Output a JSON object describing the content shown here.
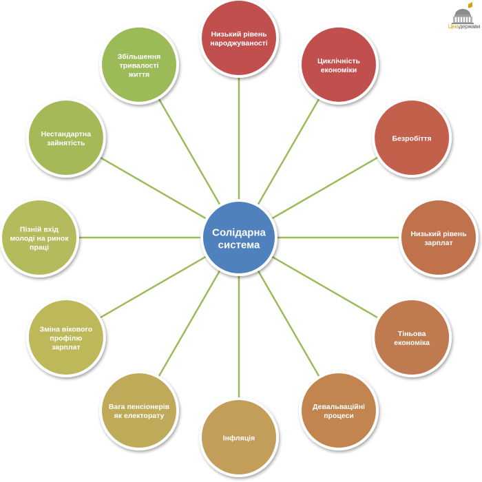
{
  "logo": {
    "icon": "parliament-dome-icon",
    "text_part1": "Ціна",
    "text_part2": "держави",
    "accent_color": "#d4a017"
  },
  "center": {
    "lines": [
      "Солідарна",
      "система"
    ],
    "color": "#4f81bd"
  },
  "factors": [
    {
      "lines": [
        "Низький рівень",
        "народжуваності"
      ],
      "color": "#c0504d"
    },
    {
      "lines": [
        "Циклічність",
        "економіки"
      ],
      "color": "#c0504d"
    },
    {
      "lines": [
        "Безробіття"
      ],
      "color": "#c2614b"
    },
    {
      "lines": [
        "Низький рівень",
        "зарплат"
      ],
      "color": "#c0724e"
    },
    {
      "lines": [
        "Тіньова",
        "економіка"
      ],
      "color": "#c07a4f"
    },
    {
      "lines": [
        "Девальваційні",
        "процеси"
      ],
      "color": "#c28550"
    },
    {
      "lines": [
        "Інфляція"
      ],
      "color": "#c39e5a"
    },
    {
      "lines": [
        "Вага пенсіонерів",
        "як електорату"
      ],
      "color": "#bfaa5a"
    },
    {
      "lines": [
        "Зміна вікового",
        "профілю",
        "зарплат"
      ],
      "color": "#bdb85a"
    },
    {
      "lines": [
        "Пізній вхід",
        "молоді на ринок",
        "праці"
      ],
      "color": "#b3bb5b"
    },
    {
      "lines": [
        "Нестандартна",
        "зайнятість"
      ],
      "color": "#a5b959"
    },
    {
      "lines": [
        "Збільшення",
        "тривалості",
        "життя"
      ],
      "color": "#9bbb59"
    }
  ],
  "connector_color": "#9bbb59"
}
